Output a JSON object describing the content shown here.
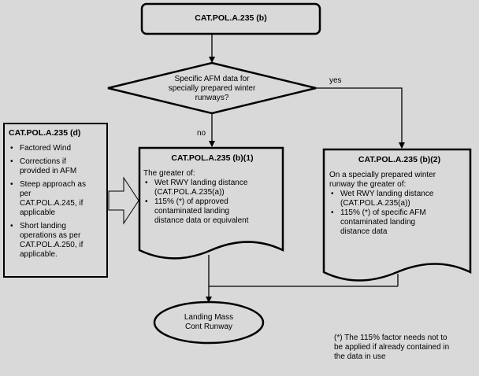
{
  "start": {
    "label": "CAT.POL.A.235 (b)"
  },
  "decision": {
    "line1": "Specific AFM data for",
    "line2": "specially prepared winter",
    "line3": "runways?"
  },
  "edges": {
    "yes": "yes",
    "no": "no"
  },
  "side_box": {
    "title": "CAT.POL.A.235 (d)",
    "items": [
      {
        "lines": [
          "Factored Wind"
        ]
      },
      {
        "lines": [
          "Corrections if",
          "provided in AFM"
        ]
      },
      {
        "lines": [
          "Steep approach as",
          "per",
          "CAT.POL.A.245, if",
          "applicable"
        ]
      },
      {
        "lines": [
          "Short landing",
          "operations as per",
          "CAT.POL.A.250, if",
          "applicable."
        ]
      }
    ]
  },
  "box_b1": {
    "title": "CAT.POL.A.235 (b)(1)",
    "intro": "The greater of:",
    "items": [
      {
        "lines": [
          "Wet RWY landing distance",
          "(CAT.POL.A.235(a))"
        ]
      },
      {
        "lines": [
          "115% (*) of approved",
          "contaminated landing",
          "distance data or equivalent"
        ]
      }
    ]
  },
  "box_b2": {
    "title": "CAT.POL.A.235 (b)(2)",
    "intro_lines": [
      "On a specially prepared winter",
      "runway the greater of:"
    ],
    "items": [
      {
        "lines": [
          "Wet RWY landing distance",
          "(CAT.POL.A.235(a))"
        ]
      },
      {
        "lines": [
          "115% (*) of specific AFM",
          "contaminated landing",
          "distance data"
        ]
      }
    ]
  },
  "end": {
    "line1": "Landing Mass",
    "line2": "Cont Runway"
  },
  "footnote": {
    "lines": [
      "(*) The 115% factor needs not to",
      "be applied if already contained in",
      "the data in use"
    ]
  }
}
